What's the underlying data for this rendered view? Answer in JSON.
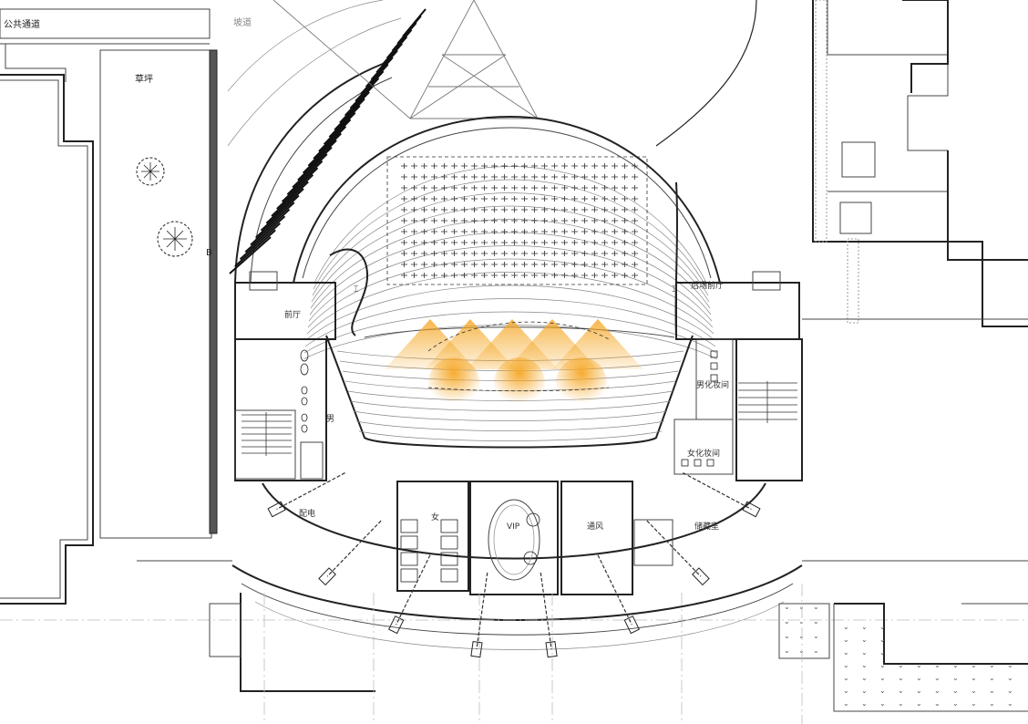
{
  "labels": {
    "public_corridor": "公共通道",
    "ramp": "坡道",
    "lawn": "草坪",
    "axis_b": "B",
    "front_lobby": "前厅",
    "back_lobby": "后场前厅",
    "mens_toilet": "男",
    "womens_toilet": "女",
    "mens_dressing": "男化妆间",
    "womens_dressing": "女化妆间",
    "power": "配电",
    "vip": "VIP",
    "ventilation": "通风",
    "storage": "储藏室"
  },
  "colors": {
    "light_effect": "#f5a623",
    "line": "#222222"
  }
}
